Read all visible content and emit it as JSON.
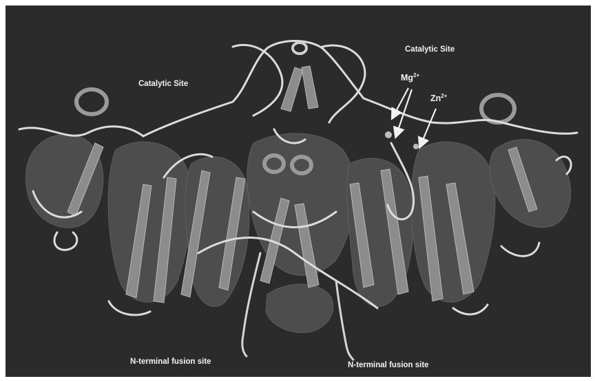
{
  "figure": {
    "labels": {
      "catalytic_site_left": "Catalytic Site",
      "catalytic_site_right": "Catalytic Site",
      "mg_symbol": "Mg",
      "mg_charge": "2+",
      "zn_symbol": "Zn",
      "zn_charge": "2+",
      "n_terminal_left": "N-terminal fusion site",
      "n_terminal_right": "N-terminal fusion site"
    }
  },
  "colors": {
    "background": "#2b2b2b",
    "ribbon_light": "#d9d9d9",
    "ribbon_mid": "#8a8a8a",
    "ribbon_dark": "#4a4a4a",
    "label_text": "#f2f2f2"
  }
}
